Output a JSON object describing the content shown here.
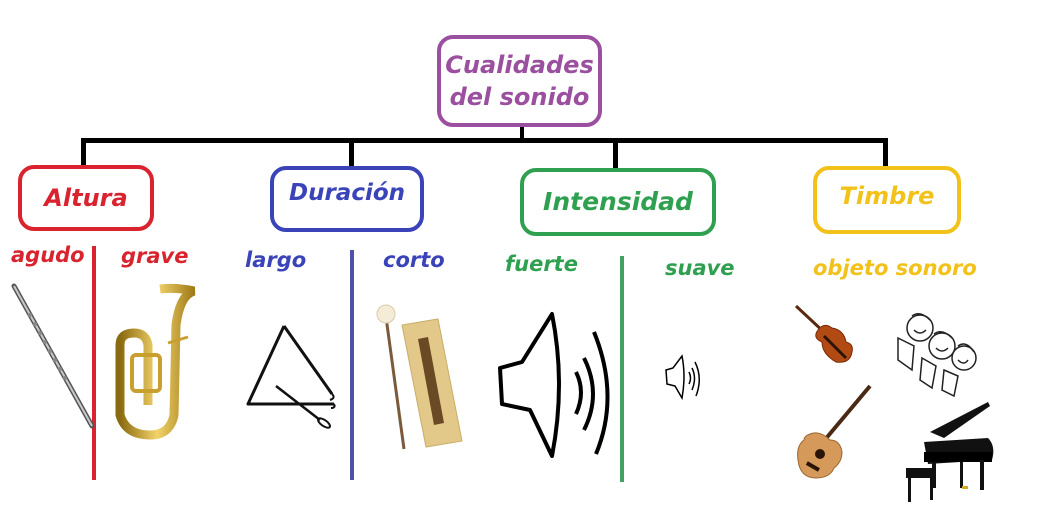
{
  "root": {
    "line1": "Cualidades",
    "line2": "del sonido",
    "color": "#9b4f9f"
  },
  "connector_color": "#000000",
  "qualities": [
    {
      "name": "Altura",
      "color": "#d9232e",
      "sublabels": [
        "agudo",
        "grave"
      ],
      "images": [
        "flute-image",
        "tuba-image"
      ]
    },
    {
      "name": "Duración",
      "color": "#3a44b8",
      "sublabels": [
        "largo",
        "corto"
      ],
      "images": [
        "triangle-image",
        "wood-block-image"
      ]
    },
    {
      "name": "Intensidad",
      "color": "#2fa050",
      "sublabels": [
        "fuerte",
        "suave"
      ],
      "images": [
        "loud-speaker-icon",
        "soft-speaker-icon"
      ]
    },
    {
      "name": "Timbre",
      "color": "#f2c21a",
      "sublabels": [
        "objeto sonoro"
      ],
      "images": [
        "violin-image",
        "singers-drawing",
        "guitar-image",
        "grand-piano-image"
      ]
    }
  ]
}
